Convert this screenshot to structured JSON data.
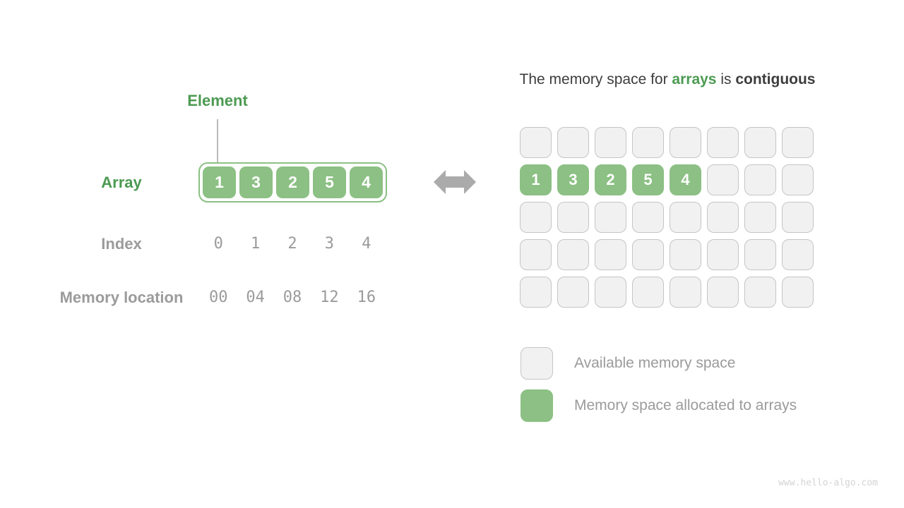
{
  "left_panel": {
    "element_label": "Element",
    "array_label": "Array",
    "array_values": [
      "1",
      "3",
      "2",
      "5",
      "4"
    ],
    "index_label": "Index",
    "index_values": [
      "0",
      "1",
      "2",
      "3",
      "4"
    ],
    "memory_label": "Memory location",
    "memory_values": [
      "00",
      "04",
      "08",
      "12",
      "16"
    ]
  },
  "title": {
    "prefix": "The memory space for ",
    "highlight": "arrays",
    "middle": " is ",
    "emphasis": "contiguous"
  },
  "memory_grid": {
    "columns": 8,
    "rows": 5,
    "allocated_row": 1,
    "allocated_values": [
      "1",
      "3",
      "2",
      "5",
      "4"
    ]
  },
  "legend": {
    "items": [
      {
        "swatch": "available",
        "label": "Available memory space"
      },
      {
        "swatch": "allocated",
        "label": "Memory space allocated to arrays"
      }
    ]
  },
  "watermark": "www.hello-algo.com",
  "colors": {
    "green_fill": "#8CC084",
    "green_text": "#4C9A52",
    "gray_text": "#9B9B9B",
    "dark_text": "#3D3D3D",
    "available_fill": "#F1F1F1",
    "cell_border": "#C5C5C5",
    "arrow": "#ABABAB",
    "watermark": "#D4D4D4"
  }
}
